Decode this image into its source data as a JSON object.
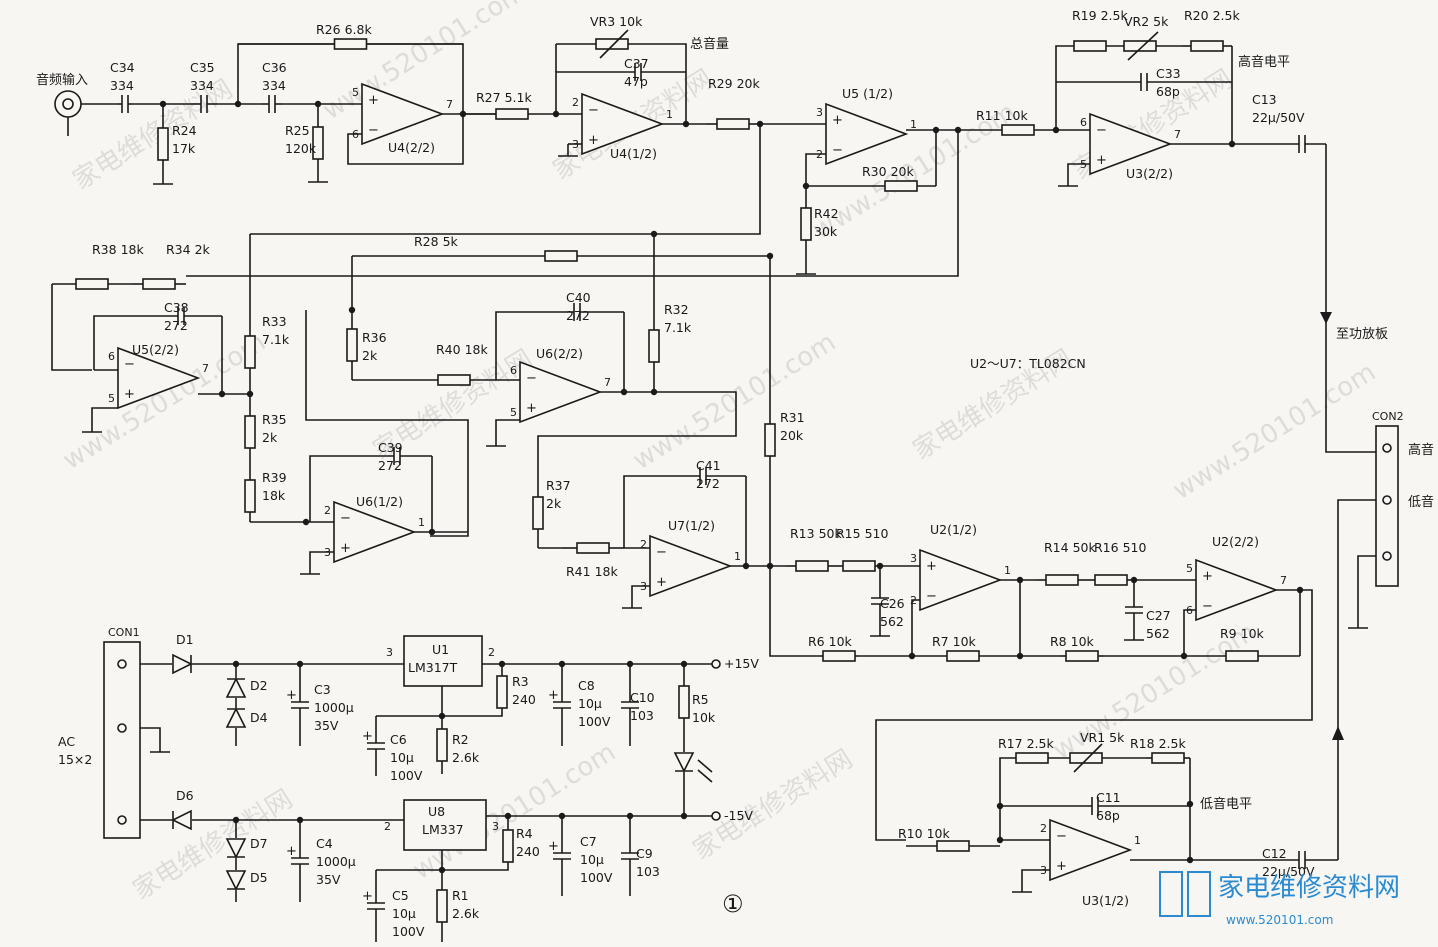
{
  "notes": {
    "ic_types": "U2～U7：TL082CN",
    "to_amp": "至功放板",
    "high_level": "高音电平",
    "low_level": "低音电平",
    "master_vol": "总音量",
    "audio_in": "音频输入",
    "figure_no": "①",
    "ac": "AC",
    "ac_v": "15×2",
    "v_pos": "+15V",
    "v_neg": "-15V"
  },
  "con2": {
    "name": "CON2",
    "pins": [
      "高音",
      "低音"
    ]
  },
  "con1": {
    "name": "CON1"
  },
  "watermark": {
    "site": "www.520101.com",
    "cn": "家电维修资料网"
  },
  "logo": {
    "title": "家电维修资料网",
    "url": "www.520101.com"
  },
  "components": {
    "R26": {
      "ref": "R26",
      "val": "6.8k"
    },
    "R24": {
      "ref": "R24",
      "val": "17k"
    },
    "R25": {
      "ref": "R25",
      "val": "120k"
    },
    "R27": {
      "ref": "R27",
      "val": "5.1k"
    },
    "R29": {
      "ref": "R29",
      "val": "20k"
    },
    "R30": {
      "ref": "R30",
      "val": "20k"
    },
    "R42": {
      "ref": "R42",
      "val": "30k"
    },
    "R11": {
      "ref": "R11",
      "val": "10k"
    },
    "R19": {
      "ref": "R19",
      "val": "2.5k"
    },
    "R20": {
      "ref": "R20",
      "val": "2.5k"
    },
    "R38": {
      "ref": "R38",
      "val": "18k"
    },
    "R34": {
      "ref": "R34",
      "val": "2k"
    },
    "R28": {
      "ref": "R28",
      "val": "5k"
    },
    "R33": {
      "ref": "R33",
      "val": "7.1k"
    },
    "R36": {
      "ref": "R36",
      "val": "2k"
    },
    "R40": {
      "ref": "R40",
      "val": "18k"
    },
    "R32": {
      "ref": "R32",
      "val": "7.1k"
    },
    "R35": {
      "ref": "R35",
      "val": "2k"
    },
    "R39": {
      "ref": "R39",
      "val": "18k"
    },
    "R37": {
      "ref": "R37",
      "val": "2k"
    },
    "R41": {
      "ref": "R41",
      "val": "18k"
    },
    "R31": {
      "ref": "R31",
      "val": "20k"
    },
    "R13": {
      "ref": "R13",
      "val": "50k"
    },
    "R15": {
      "ref": "R15",
      "val": "510"
    },
    "R14": {
      "ref": "R14",
      "val": "50k"
    },
    "R16": {
      "ref": "R16",
      "val": "510"
    },
    "R6": {
      "ref": "R6",
      "val": "10k"
    },
    "R7": {
      "ref": "R7",
      "val": "10k"
    },
    "R8": {
      "ref": "R8",
      "val": "10k"
    },
    "R9": {
      "ref": "R9",
      "val": "10k"
    },
    "R17": {
      "ref": "R17",
      "val": "2.5k"
    },
    "R18": {
      "ref": "R18",
      "val": "2.5k"
    },
    "R10": {
      "ref": "R10",
      "val": "10k"
    },
    "R3": {
      "ref": "R3",
      "val": "240"
    },
    "R2": {
      "ref": "R2",
      "val": "2.6k"
    },
    "R5": {
      "ref": "R5",
      "val": "10k"
    },
    "R4": {
      "ref": "R4",
      "val": "240"
    },
    "R1": {
      "ref": "R1",
      "val": "2.6k"
    },
    "VR3": {
      "ref": "VR3",
      "val": "10k"
    },
    "VR2": {
      "ref": "VR2",
      "val": "5k"
    },
    "VR1": {
      "ref": "VR1",
      "val": "5k"
    },
    "C34": {
      "ref": "C34",
      "val": "334"
    },
    "C35": {
      "ref": "C35",
      "val": "334"
    },
    "C36": {
      "ref": "C36",
      "val": "334"
    },
    "C37": {
      "ref": "C37",
      "val": "47p"
    },
    "C33": {
      "ref": "C33",
      "val": "68p"
    },
    "C13": {
      "ref": "C13",
      "val": "22μ/50V"
    },
    "C38": {
      "ref": "C38",
      "val": "272"
    },
    "C40": {
      "ref": "C40",
      "val": "272"
    },
    "C39": {
      "ref": "C39",
      "val": "272"
    },
    "C41": {
      "ref": "C41",
      "val": "272"
    },
    "C26": {
      "ref": "C26",
      "val": "562"
    },
    "C27": {
      "ref": "C27",
      "val": "562"
    },
    "C11": {
      "ref": "C11",
      "val": "68p"
    },
    "C12": {
      "ref": "C12",
      "val": "22μ/50V"
    },
    "C3": {
      "ref": "C3",
      "val": "1000μ",
      "v": "35V"
    },
    "C4": {
      "ref": "C4",
      "val": "1000μ",
      "v": "35V"
    },
    "C6": {
      "ref": "C6",
      "val": "10μ",
      "v": "100V"
    },
    "C5": {
      "ref": "C5",
      "val": "10μ",
      "v": "100V"
    },
    "C8": {
      "ref": "C8",
      "val": "10μ",
      "v": "100V"
    },
    "C7": {
      "ref": "C7",
      "val": "10μ",
      "v": "100V"
    },
    "C10": {
      "ref": "C10",
      "val": "103"
    },
    "C9": {
      "ref": "C9",
      "val": "103"
    },
    "U4b": {
      "ref": "U4(2/2)"
    },
    "U4a": {
      "ref": "U4(1/2)"
    },
    "U5a": {
      "ref": "U5 (1/2)"
    },
    "U3b": {
      "ref": "U3(2/2)"
    },
    "U5b": {
      "ref": "U5(2/2)"
    },
    "U6b": {
      "ref": "U6(2/2)"
    },
    "U6a": {
      "ref": "U6(1/2)"
    },
    "U7a": {
      "ref": "U7(1/2)"
    },
    "U2a": {
      "ref": "U2(1/2)"
    },
    "U2b": {
      "ref": "U2(2/2)"
    },
    "U3a": {
      "ref": "U3(1/2)"
    },
    "U1": {
      "ref": "U1",
      "val": "LM317T"
    },
    "U8": {
      "ref": "U8",
      "val": "LM337"
    },
    "D1": {
      "ref": "D1"
    },
    "D2": {
      "ref": "D2"
    },
    "D4": {
      "ref": "D4"
    },
    "D6": {
      "ref": "D6"
    },
    "D7": {
      "ref": "D7"
    },
    "D5": {
      "ref": "D5"
    }
  }
}
